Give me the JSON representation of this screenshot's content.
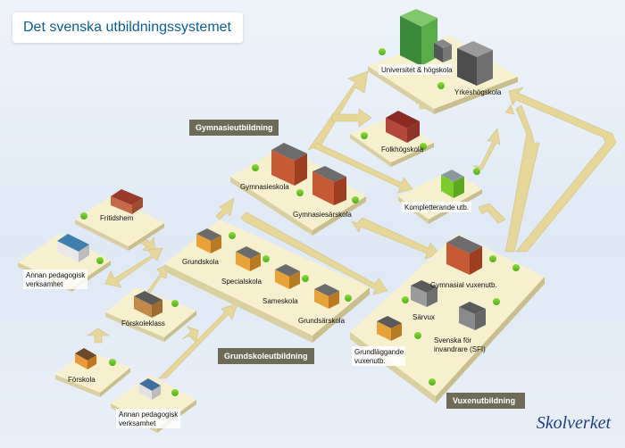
{
  "title": "Det svenska utbildningssystemet",
  "sections": {
    "gymnasie": "Gymnasieutbildning",
    "grundskole": "Grundskoleutbildning",
    "vuxen": "Vuxenutbildning"
  },
  "schools": {
    "universitet": "Universitet & högskola",
    "yrkeshogskola": "Yrkeshögskola",
    "folkhogskola": "Folkhögskola",
    "gymnasieskola": "Gymnasieskola",
    "gymnasiesarskola": "Gymnasiesärskola",
    "kompletterande": "Kompletterande utb.",
    "fritidshem": "Fritidshem",
    "annan_ped_1_line1": "Annan pedagogisk",
    "annan_ped_1_line2": "verksamhet",
    "grundskola": "Grundskola",
    "specialskola": "Specialskola",
    "sameskola": "Sameskola",
    "grundsarskola": "Grundsärskola",
    "forskoleklass": "Förskoleklass",
    "forskola": "Förskola",
    "annan_ped_2_line1": "Annan pedagogisk",
    "annan_ped_2_line2": "verksamhet",
    "gymnasial_vuxen": "Gymnasial vuxenutb.",
    "sarvux": "Särvux",
    "grundlaggande_line1": "Grundläggande",
    "grundlaggande_line2": "vuxenutb.",
    "sfi_line1": "Svenska för",
    "sfi_line2": "invandrare (SFI)"
  },
  "logo": "Skolverket",
  "colors": {
    "platform_top": "#f7f0cf",
    "platform_side": "#d9cfa0",
    "arrow": "#e6d69a",
    "tag_bg": "#6e6c58",
    "title_text": "#0a5e9c",
    "logo_text": "#1d3f86"
  }
}
